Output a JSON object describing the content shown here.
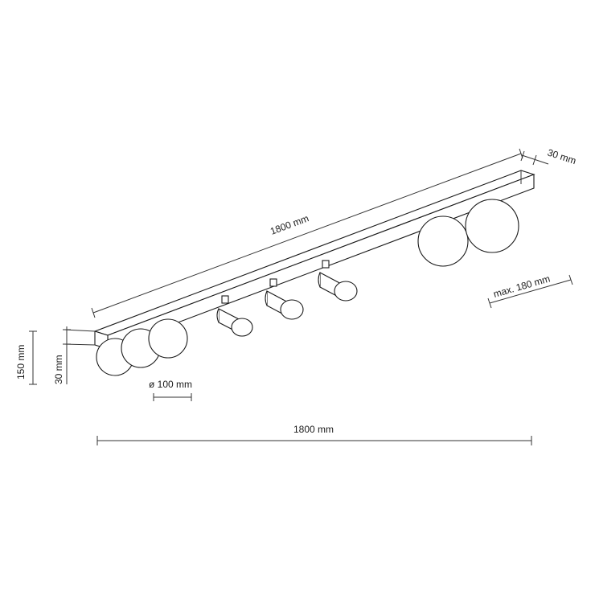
{
  "dimensions": {
    "rail_length_diagonal": "1800 mm",
    "rail_depth": "30 mm",
    "max_projection": "max. 180 mm",
    "total_height": "150 mm",
    "rail_height": "30 mm",
    "globe_diameter": "ø 100 mm",
    "rail_length_horizontal": "1800 mm"
  },
  "colors": {
    "line": "#1a1a1a",
    "background": "#ffffff"
  }
}
